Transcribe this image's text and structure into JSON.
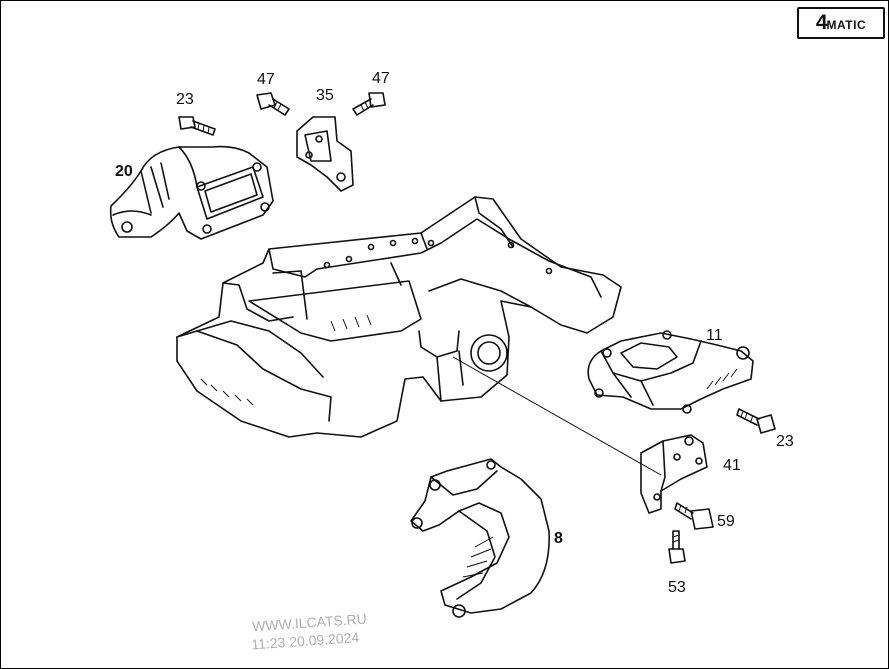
{
  "badge": {
    "digit": "4",
    "text": "MATIC"
  },
  "callouts": {
    "p20": "20",
    "p23_top": "23",
    "p47_left": "47",
    "p35": "35",
    "p47_right": "47",
    "p11": "11",
    "p23_right": "23",
    "p41": "41",
    "p59": "59",
    "p53": "53",
    "p8": "8"
  },
  "watermark": {
    "site": "WWW.ILCATS.RU",
    "datetime": "11:23 20.09.2024"
  }
}
